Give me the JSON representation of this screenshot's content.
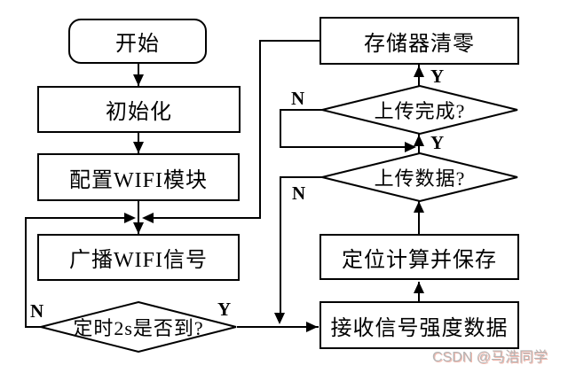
{
  "nodes": {
    "start": {
      "label": "开始"
    },
    "init": {
      "label": "初始化"
    },
    "config": {
      "label": "配置WIFI模块"
    },
    "broadcast": {
      "label": "广播WIFI信号"
    },
    "timer": {
      "label": "定时2s是否到?"
    },
    "clear": {
      "label": "存储器清零"
    },
    "upload_done": {
      "label": "上传完成?"
    },
    "upload_data": {
      "label": "上传数据?"
    },
    "calc": {
      "label": "定位计算并保存"
    },
    "receive": {
      "label": "接收信号强度数据"
    }
  },
  "branch_labels": {
    "timer_n": "N",
    "timer_y": "Y",
    "upload_done_n": "N",
    "upload_done_y": "Y",
    "upload_data_n": "N",
    "upload_data_y": "Y"
  },
  "watermark": {
    "text": "CSDN @马浩同学",
    "color": "#b5b5b5",
    "accent_color": "#fc5531"
  },
  "colors": {
    "stroke": "#000000",
    "background": "#ffffff",
    "node_fill": "#ffffff"
  }
}
